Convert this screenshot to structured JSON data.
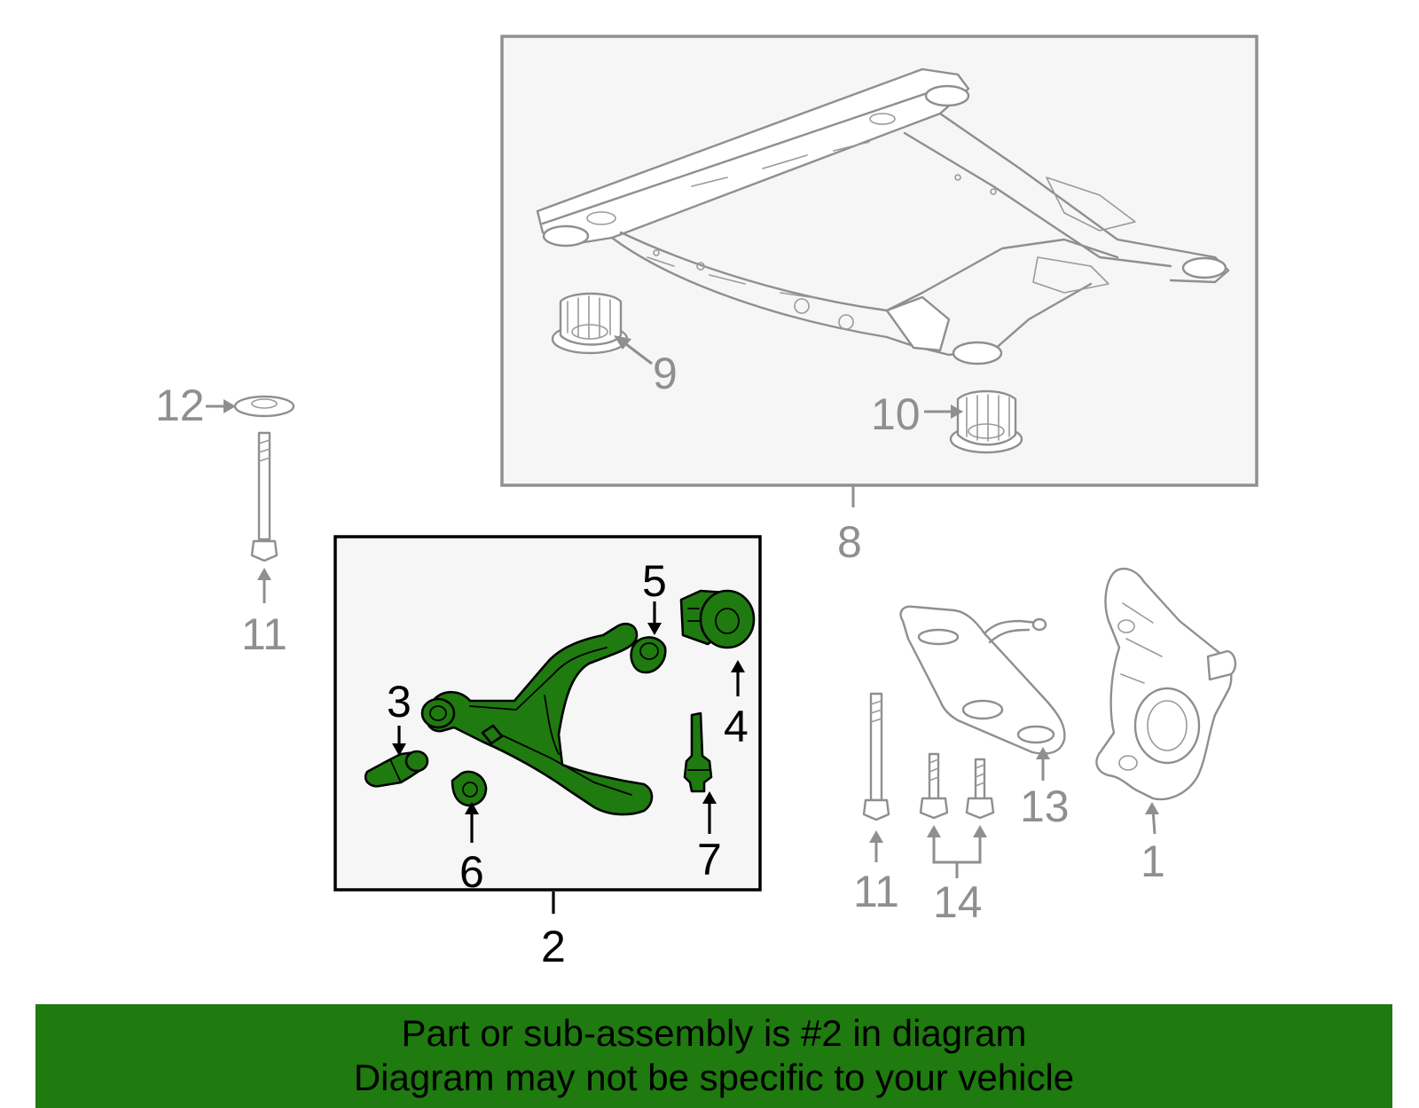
{
  "diagram": {
    "highlighted_part": "2",
    "highlight_color": "#1f7a10",
    "box_subframe": {
      "border_color": "#8f8f8f",
      "fill": "#f6f6f6"
    },
    "box_control_arm": {
      "border_color": "#000000",
      "fill": "#f6f6f6"
    },
    "callouts": {
      "c1": "1",
      "c2": "2",
      "c3": "3",
      "c4": "4",
      "c5": "5",
      "c6": "6",
      "c7": "7",
      "c8": "8",
      "c9": "9",
      "c10": "10",
      "c11a": "11",
      "c11b": "11",
      "c12": "12",
      "c13": "13",
      "c14": "14"
    }
  },
  "banner": {
    "line1": "Part or sub-assembly is #2 in diagram",
    "line2": "Diagram may not be specific to your vehicle",
    "background": "#1f7a10"
  }
}
